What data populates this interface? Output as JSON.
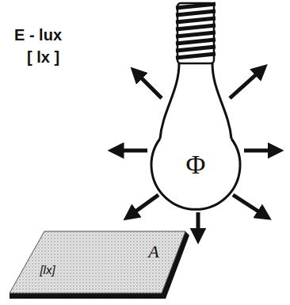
{
  "diagram": {
    "nodes": [
      {
        "text": [
          "Φ"
        ]
      },
      {
        "text": [
          "A",
          "[lx]"
        ]
      }
    ],
    "labels": [
      "E - lux",
      "[ lx ]"
    ]
  }
}
